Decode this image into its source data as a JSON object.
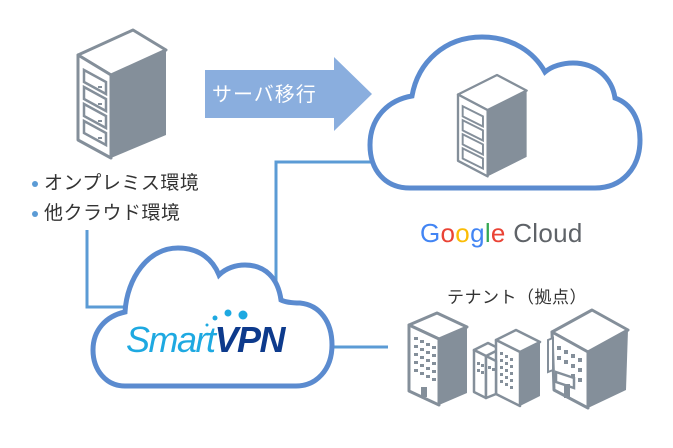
{
  "colors": {
    "line": "#5b9bd5",
    "cloud_stroke": "#5b8bcf",
    "arrow_fill": "#8aaede",
    "icon_gray": "#848f9a",
    "smart_blue": "#1ea9e1",
    "vpn_navy": "#0d3a8c"
  },
  "source": {
    "icon": "server-icon",
    "items": [
      "オンプレミス環境",
      "他クラウド環境"
    ]
  },
  "migration_arrow": {
    "label": "サーバ移行",
    "icon": "arrow-right-icon"
  },
  "destination": {
    "icon": "cloud-icon",
    "inner_icon": "server-icon",
    "logo": {
      "letters": [
        {
          "char": "G",
          "color": "#4285f4"
        },
        {
          "char": "o",
          "color": "#ea4335"
        },
        {
          "char": "o",
          "color": "#fbbc05"
        },
        {
          "char": "g",
          "color": "#4285f4"
        },
        {
          "char": "l",
          "color": "#34a853"
        },
        {
          "char": "e",
          "color": "#ea4335"
        }
      ],
      "suffix": " Cloud",
      "suffix_color": "#5f6368"
    }
  },
  "vpn": {
    "icon": "cloud-icon",
    "brand_part1": "Smart",
    "brand_part2": "VPN"
  },
  "tenant": {
    "label": "テナント（拠点）",
    "icons": [
      "office-building-icon",
      "twin-buildings-icon",
      "company-building-icon"
    ]
  }
}
